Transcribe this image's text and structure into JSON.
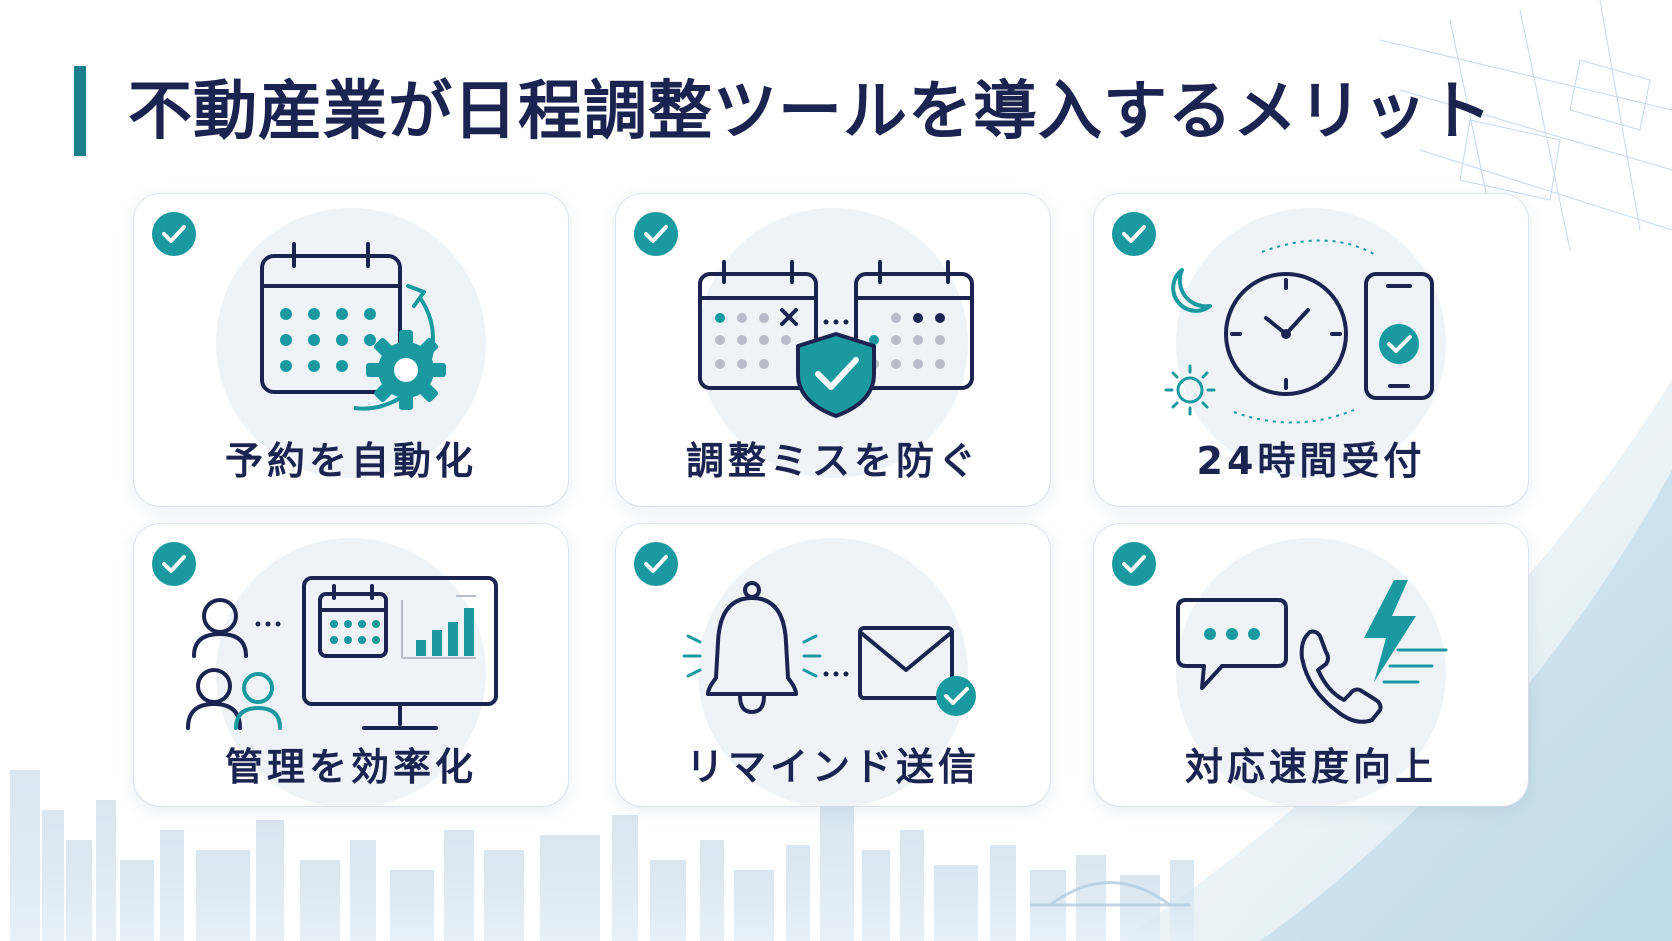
{
  "colors": {
    "accent": "#1a9aa0",
    "navy": "#1b2450",
    "title_bar": "#1a7f8c",
    "grey_dot": "#b6bdc9",
    "halo": "#eef3f8"
  },
  "title": "不動産業が日程調整ツールを導入するメリット",
  "cards": [
    {
      "label": "予約を自動化",
      "icon": "calendar-gear-icon",
      "badge_icon": "check-circle-icon"
    },
    {
      "label": "調整ミスを防ぐ",
      "icon": "calendar-shield-icon",
      "badge_icon": "check-circle-icon"
    },
    {
      "label": "24時間受付",
      "icon": "clock-phone-icon",
      "badge_icon": "check-circle-icon"
    },
    {
      "label": "管理を効率化",
      "icon": "users-dashboard-icon",
      "badge_icon": "check-circle-icon"
    },
    {
      "label": "リマインド送信",
      "icon": "bell-mail-icon",
      "badge_icon": "check-circle-icon"
    },
    {
      "label": "対応速度向上",
      "icon": "chat-phone-bolt-icon",
      "badge_icon": "check-circle-icon"
    }
  ]
}
